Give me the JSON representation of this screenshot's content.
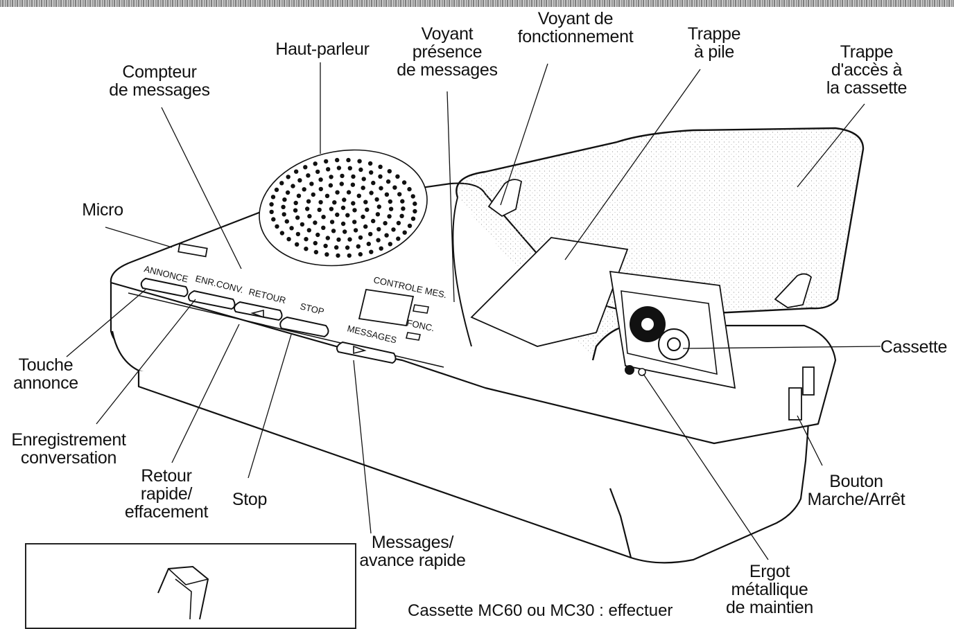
{
  "labels": {
    "haut_parleur": [
      "Haut-parleur"
    ],
    "compteur": [
      "Compteur",
      "de messages"
    ],
    "voyant_presence": [
      "Voyant",
      "présence",
      "de messages"
    ],
    "voyant_fonctionnement": [
      "Voyant de",
      "fonctionnement"
    ],
    "trappe_pile": [
      "Trappe",
      "à pile"
    ],
    "trappe_cassette": [
      "Trappe",
      "d'accès à",
      "la cassette"
    ],
    "micro": [
      "Micro"
    ],
    "touche_annonce": [
      "Touche",
      "annonce"
    ],
    "enregistrement": [
      "Enregistrement",
      "conversation"
    ],
    "retour": [
      "Retour",
      "rapide/",
      "effacement"
    ],
    "stop": [
      "Stop"
    ],
    "messages_avance": [
      "Messages/",
      "avance rapide"
    ],
    "cassette": [
      "Cassette"
    ],
    "bouton": [
      "Bouton",
      "Marche/Arrêt"
    ],
    "ergot": [
      "Ergot",
      "métallique",
      "de maintien"
    ]
  },
  "device": {
    "btn_annonce": "ANNONCE",
    "btn_enr": "ENR.CONV.",
    "btn_retour": "RETOUR",
    "btn_stop": "STOP",
    "btn_messages": "MESSAGES",
    "controle": "CONTROLE MES.",
    "fonc": "FONC."
  },
  "bottom_text": "Cassette                MC60 ou MC30 : effectuer"
}
